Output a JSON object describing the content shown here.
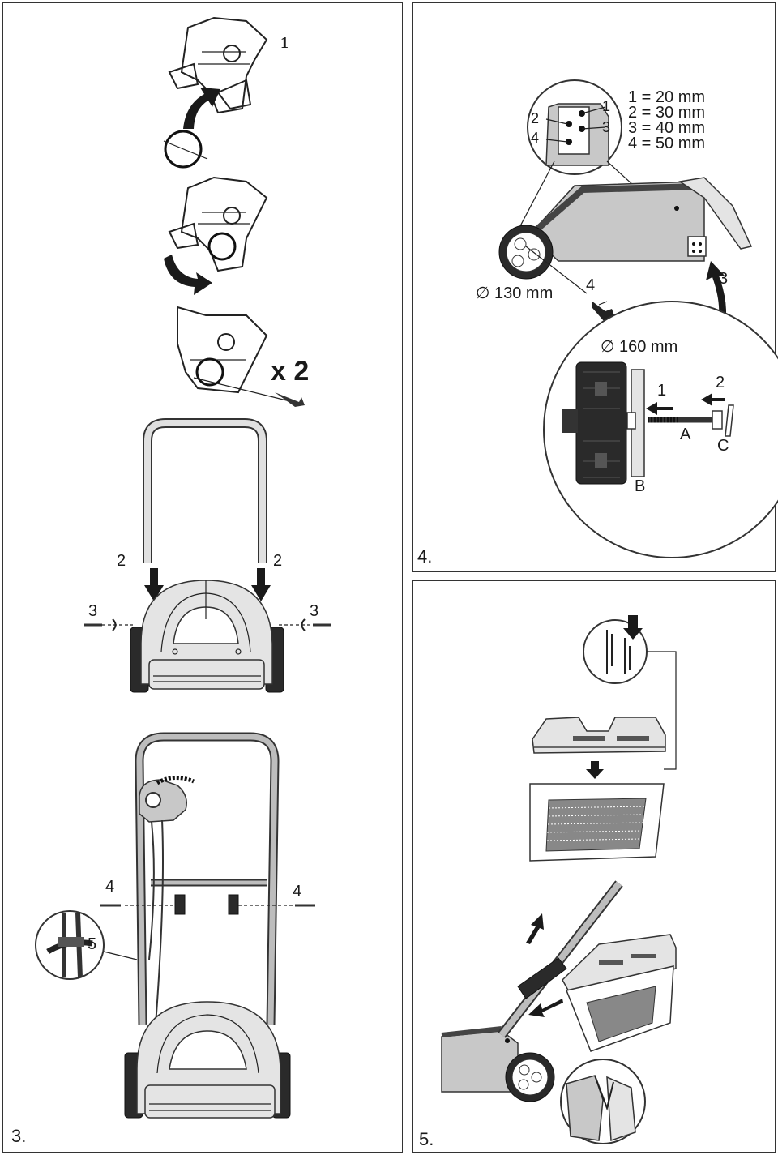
{
  "panel3": {
    "step_number": "3.",
    "detail_number": "1",
    "screw_count": "x 2",
    "label_2_left": "2",
    "label_2_right": "2",
    "label_3_left": "3",
    "label_3_right": "3",
    "label_4_left": "4",
    "label_4_right": "4",
    "label_5": "5"
  },
  "panel4": {
    "step_number": "4.",
    "height_table": [
      "1 = 20 mm",
      "2 = 30 mm",
      "3 = 40 mm",
      "4 = 50 mm"
    ],
    "hole_labels": {
      "h1": "1",
      "h2": "2",
      "h3": "3",
      "h4": "4"
    },
    "front_wheel_diameter": "∅ 130 mm",
    "rear_wheel_diameter": "∅ 160 mm",
    "arrow_label_4": "4",
    "arrow_label_3": "3",
    "part_label_1": "1",
    "part_label_2": "2",
    "part_A": "A",
    "part_B": "B",
    "part_C": "C"
  },
  "panel5": {
    "step_number": "5."
  }
}
